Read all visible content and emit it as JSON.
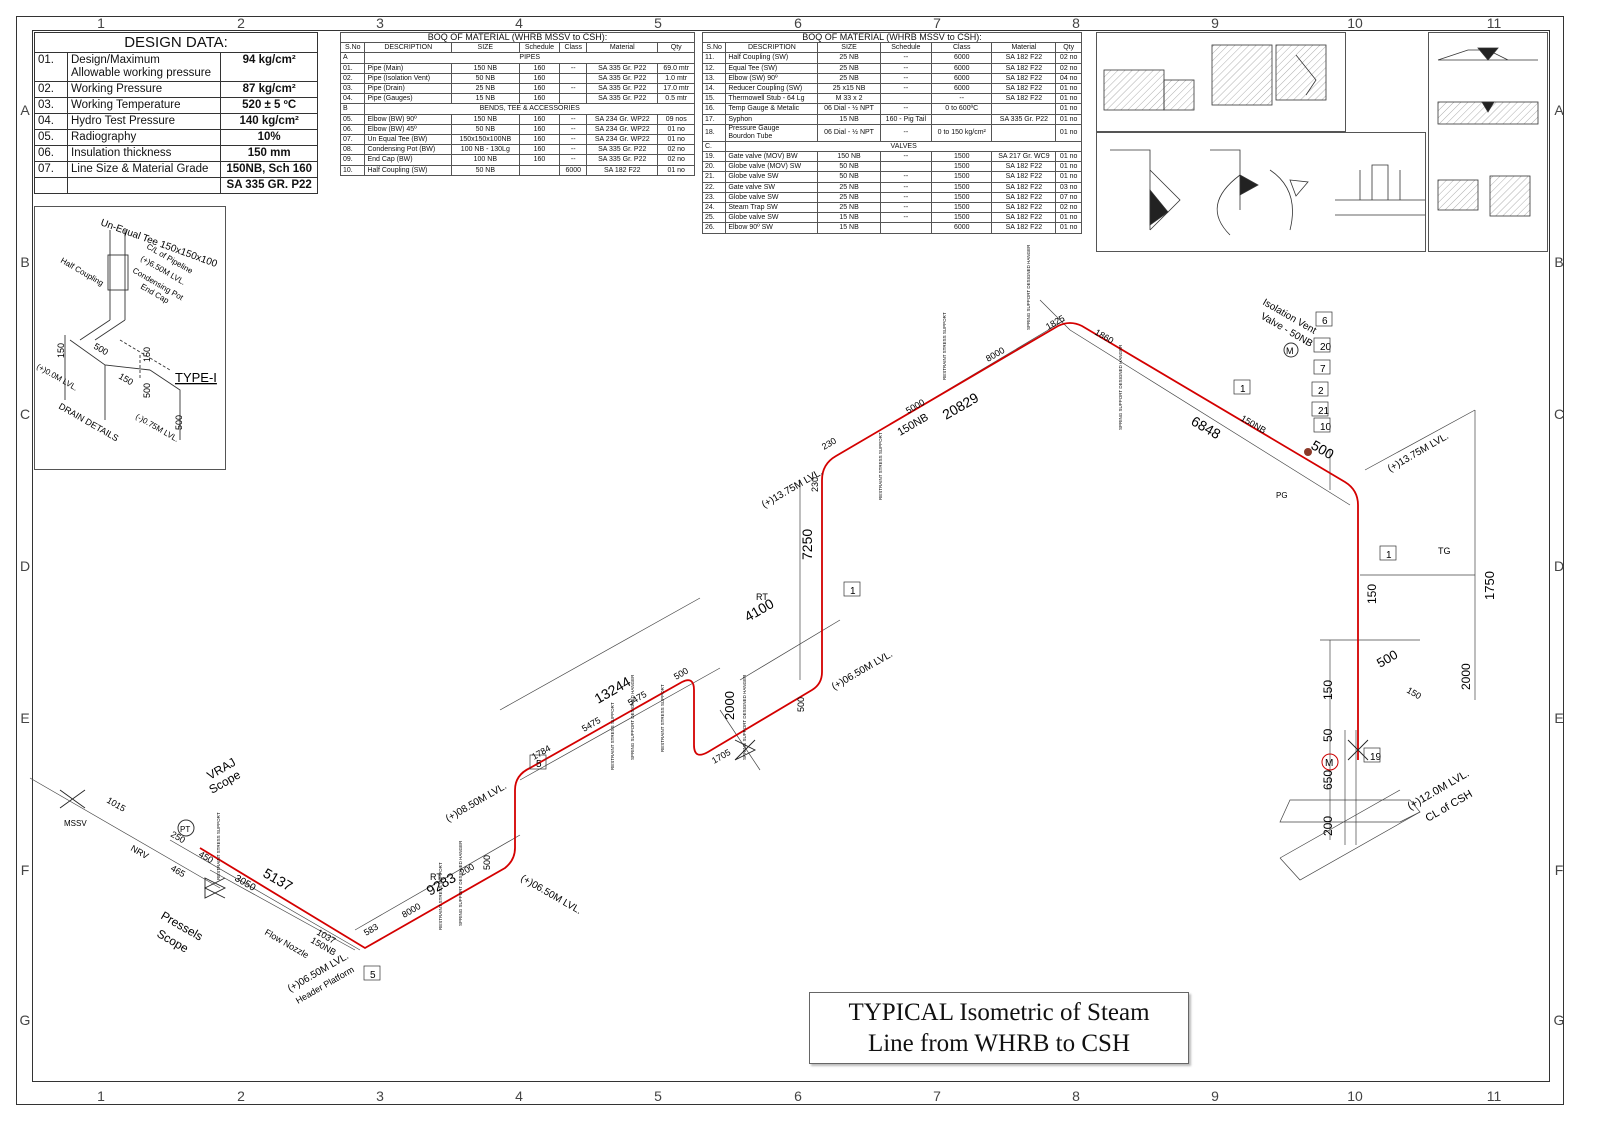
{
  "grid": {
    "columns": [
      "1",
      "2",
      "3",
      "4",
      "5",
      "6",
      "7",
      "8",
      "9",
      "10",
      "11"
    ],
    "rows": [
      "A",
      "B",
      "C",
      "D",
      "E",
      "F",
      "G"
    ]
  },
  "design_data": {
    "title": "DESIGN DATA:",
    "rows": [
      {
        "no": "01.",
        "label": "Design/Maximum\nAllowable working pressure",
        "value": "94 kg/cm²"
      },
      {
        "no": "02.",
        "label": "Working Pressure",
        "value": "87 kg/cm²"
      },
      {
        "no": "03.",
        "label": "Working Temperature",
        "value": "520 ± 5 ºC"
      },
      {
        "no": "04.",
        "label": "Hydro Test Pressure",
        "value": "140 kg/cm²"
      },
      {
        "no": "05.",
        "label": "Radiography",
        "value": "10%"
      },
      {
        "no": "06.",
        "label": "Insulation thickness",
        "value": "150 mm"
      },
      {
        "no": "07.",
        "label": "Line Size & Material Grade",
        "value": "150NB, Sch 160"
      },
      {
        "no": "",
        "label": "",
        "value": "SA 335 GR. P22"
      }
    ]
  },
  "boq1": {
    "title": "BOQ OF MATERIAL (WHRB MSSV to CSH):",
    "headers": [
      "S.No",
      "DESCRIPTION",
      "SIZE",
      "Schedule",
      "Class",
      "Material",
      "Qty"
    ],
    "rows": [
      {
        "sec": "A",
        "desc": "PIPES"
      },
      [
        "01.",
        "Pipe (Main)",
        "150 NB",
        "160",
        "--",
        "SA 335 Gr. P22",
        "69.0 mtr"
      ],
      [
        "02.",
        "Pipe (Isolation Vent)",
        "50 NB",
        "160",
        "",
        "SA 335 Gr. P22",
        "1.0 mtr"
      ],
      [
        "03.",
        "Pipe (Drain)",
        "25 NB",
        "160",
        "--",
        "SA 335 Gr. P22",
        "17.0 mtr"
      ],
      [
        "04.",
        "Pipe (Gauges)",
        "15 NB",
        "160",
        "",
        "SA 335 Gr. P22",
        "0.5 mtr"
      ],
      {
        "sec": "B",
        "desc": "BENDS, TEE & ACCESSORIES"
      },
      [
        "05.",
        "Elbow (BW) 90º",
        "150 NB",
        "160",
        "--",
        "SA 234 Gr. WP22",
        "09 nos"
      ],
      [
        "06.",
        "Elbow (BW) 45º",
        "50 NB",
        "160",
        "--",
        "SA 234 Gr. WP22",
        "01 no"
      ],
      [
        "07.",
        "Un Equal Tee (BW)",
        "150x150x100NB",
        "160",
        "--",
        "SA 234 Gr. WP22",
        "01 no"
      ],
      [
        "08.",
        "Condensing Pot (BW)",
        "100 NB - 130Lg",
        "160",
        "--",
        "SA 335 Gr. P22",
        "02 no"
      ],
      [
        "09.",
        "End Cap (BW)",
        "100 NB",
        "160",
        "--",
        "SA 335 Gr. P22",
        "02 no"
      ],
      [
        "10.",
        "Half Coupling (SW)",
        "50 NB",
        "",
        "6000",
        "SA 182 F22",
        "01 no"
      ]
    ]
  },
  "boq2": {
    "title": "BOQ OF MATERIAL (WHRB MSSV to CSH):",
    "headers": [
      "S.No",
      "DESCRIPTION",
      "SIZE",
      "Schedule",
      "Class",
      "Material",
      "Qty"
    ],
    "rows": [
      [
        "11.",
        "Half Coupling (SW)",
        "25 NB",
        "--",
        "6000",
        "SA 182 F22",
        "02 no"
      ],
      [
        "12.",
        "Equal Tee (SW)",
        "25 NB",
        "--",
        "6000",
        "SA 182 F22",
        "02 no"
      ],
      [
        "13.",
        "Elbow (SW) 90º",
        "25 NB",
        "--",
        "6000",
        "SA 182 F22",
        "04 no"
      ],
      [
        "14.",
        "Reducer Coupling (SW)",
        "25 x15 NB",
        "--",
        "6000",
        "SA 182 F22",
        "01 no"
      ],
      [
        "15.",
        "Thermowell Stub - 64 Lg",
        "M 33 x 2",
        "",
        "--",
        "SA 182 F22",
        "01 no"
      ],
      [
        "16.",
        "Temp Gauge & Metalic",
        "06 Dial - ½ NPT",
        "--",
        "0 to 600ºC",
        "",
        "01 no"
      ],
      [
        "17.",
        "Syphon",
        "15 NB",
        "160 - Pig Tail",
        "",
        "SA 335 Gr. P22",
        "01 no"
      ],
      [
        "18.",
        "Pressure Gauge\nBourdon Tube",
        "06 Dial - ½ NPT",
        "--",
        "0 to 150 kg/cm²",
        "",
        "01 no"
      ],
      {
        "sec": "C.",
        "desc": "VALVES"
      },
      [
        "19.",
        "Gate valve (MOV) BW",
        "150 NB",
        "--",
        "1500",
        "SA 217 Gr. WC9",
        "01 no"
      ],
      [
        "20.",
        "Globe valve (MOV) SW",
        "50 NB",
        "",
        "1500",
        "SA 182 F22",
        "01 no"
      ],
      [
        "21.",
        "Globe valve SW",
        "50 NB",
        "--",
        "1500",
        "SA 182 F22",
        "01 no"
      ],
      [
        "22.",
        "Gate valve SW",
        "25 NB",
        "--",
        "1500",
        "SA 182 F22",
        "03 no"
      ],
      [
        "23.",
        "Globe valve SW",
        "25 NB",
        "--",
        "1500",
        "SA 182 F22",
        "07 no"
      ],
      [
        "24.",
        "Steam Trap SW",
        "25 NB",
        "--",
        "1500",
        "SA 182 F22",
        "02 no"
      ],
      [
        "25.",
        "Globe valve SW",
        "15 NB",
        "--",
        "1500",
        "SA 182 F22",
        "01 no"
      ],
      [
        "26.",
        "Elbow 90º SW",
        "15 NB",
        "",
        "6000",
        "SA 182 F22",
        "01 no"
      ]
    ]
  },
  "drain_detail": {
    "tee": "Un-Equal Tee 150x150x100",
    "notes": [
      "Half Coupling",
      "Condensing Pot",
      "End Cap",
      "C/L of Pipeline",
      "(+)6.50M LVL."
    ],
    "dims": [
      "500",
      "150",
      "150",
      "150",
      "500"
    ],
    "type": "TYPE-I",
    "levels": [
      "(+)0.0M LVL.",
      "(-)0.75M LVL."
    ],
    "caption": "DRAIN DETAILS"
  },
  "iso": {
    "main_line_color": "#d40000",
    "dims": {
      "d1015": "1015",
      "d250": "250",
      "d465": "465",
      "d450": "450",
      "d3050": "3050",
      "d5137": "5137",
      "d1037": "1037",
      "d583": "583",
      "d8000a": "8000",
      "d9283": "9283",
      "d200": "200",
      "d500a": "500",
      "d1784": "1784",
      "d5475a": "5475",
      "d5475b": "5475",
      "d13244": "13244",
      "d500b": "500",
      "d2000a": "2000",
      "d1705": "1705",
      "d4100": "4100",
      "d500c": "500",
      "d7250": "7250",
      "d230a": "230",
      "d230b": "230",
      "d5000": "5000",
      "d20829": "20829",
      "d8000b": "8000",
      "d1825": "1825",
      "d1860": "1860",
      "d6848": "6848",
      "d500d": "500",
      "d1750": "1750",
      "d150a": "150",
      "d500e": "500",
      "d150b": "150",
      "d2000b": "2000",
      "d150c": "150",
      "d50": "50",
      "d650": "650",
      "d200b": "200"
    },
    "size_labels": {
      "s150a": "150NB",
      "s150b": "150NB",
      "s150c": "150NB"
    },
    "levels": {
      "l1": "(+)06.50M LVL.",
      "l1b": "Header Platform",
      "l2": "(+)06.50M LVL.",
      "l3": "(+)08.50M LVL.",
      "l4": "(+)06.50M LVL.",
      "l5": "(+)13.75M LVL.",
      "l6": "(+)13.75M LVL.",
      "l7": "(+)12.0M LVL.",
      "l7b": "CL of CSH"
    },
    "scopes": {
      "vraj1": "VRAJ",
      "vraj2": "Scope",
      "pres1": "Pressels",
      "pres2": "Scope"
    },
    "labels": {
      "mssv": "MSSV",
      "nrv": "NRV",
      "flow": "Flow Nozzle",
      "iso1": "Isolation Vent",
      "iso2": "Valve - 50NB",
      "pt": "PT",
      "rt1": "RT",
      "rt2": "RT",
      "tg": "TG",
      "m1": "M",
      "m2": "M",
      "pg": "PG"
    },
    "tags": {
      "t1": "1",
      "t2": "1",
      "t3": "1",
      "t4": "5",
      "t5": "5",
      "t6": "6",
      "t7": "20",
      "t8": "21",
      "t9": "10",
      "t10": "19",
      "t11": "7",
      "t12": "2"
    },
    "supports": {
      "rest": "RESTRAINT\nSTRESS SUPPORT",
      "spring": "SPRING SUPPORT\nDESIGNED HANGER"
    }
  },
  "title_block": {
    "line1": "TYPICAL Isometric of Steam",
    "line2": "Line from WHRB to CSH"
  }
}
